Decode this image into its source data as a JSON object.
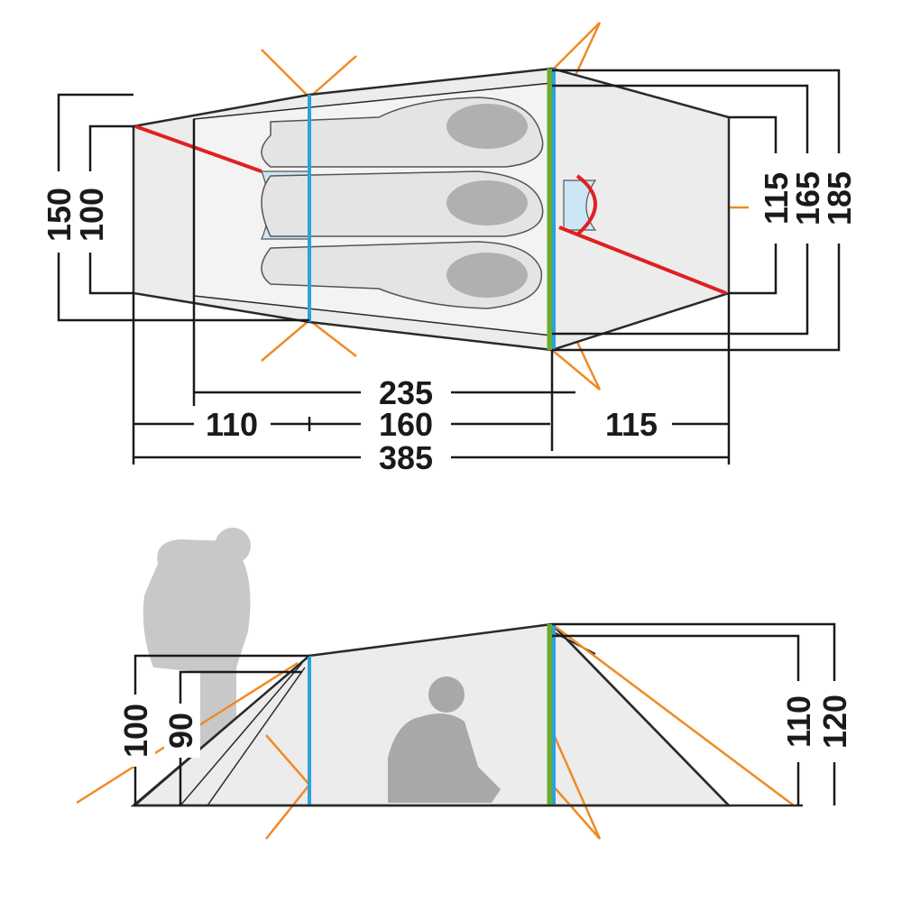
{
  "top_view": {
    "dimensions": {
      "width_outer": "150",
      "width_inner": "100",
      "rear_inner": "115",
      "rear_mid": "165",
      "rear_outer": "185",
      "inner_length": "235",
      "front_vestibule": "110",
      "middle": "160",
      "rear_vestibule": "115",
      "total_length": "385"
    }
  },
  "side_view": {
    "dimensions": {
      "front_outer_height": "100",
      "front_inner_height": "90",
      "rear_inner_height": "110",
      "rear_outer_height": "120"
    }
  },
  "colors": {
    "guy_lines": "#f08a24",
    "poles": "#2aa3dc",
    "pole_accent": "#6cab2e",
    "ridge": "#e02020"
  }
}
